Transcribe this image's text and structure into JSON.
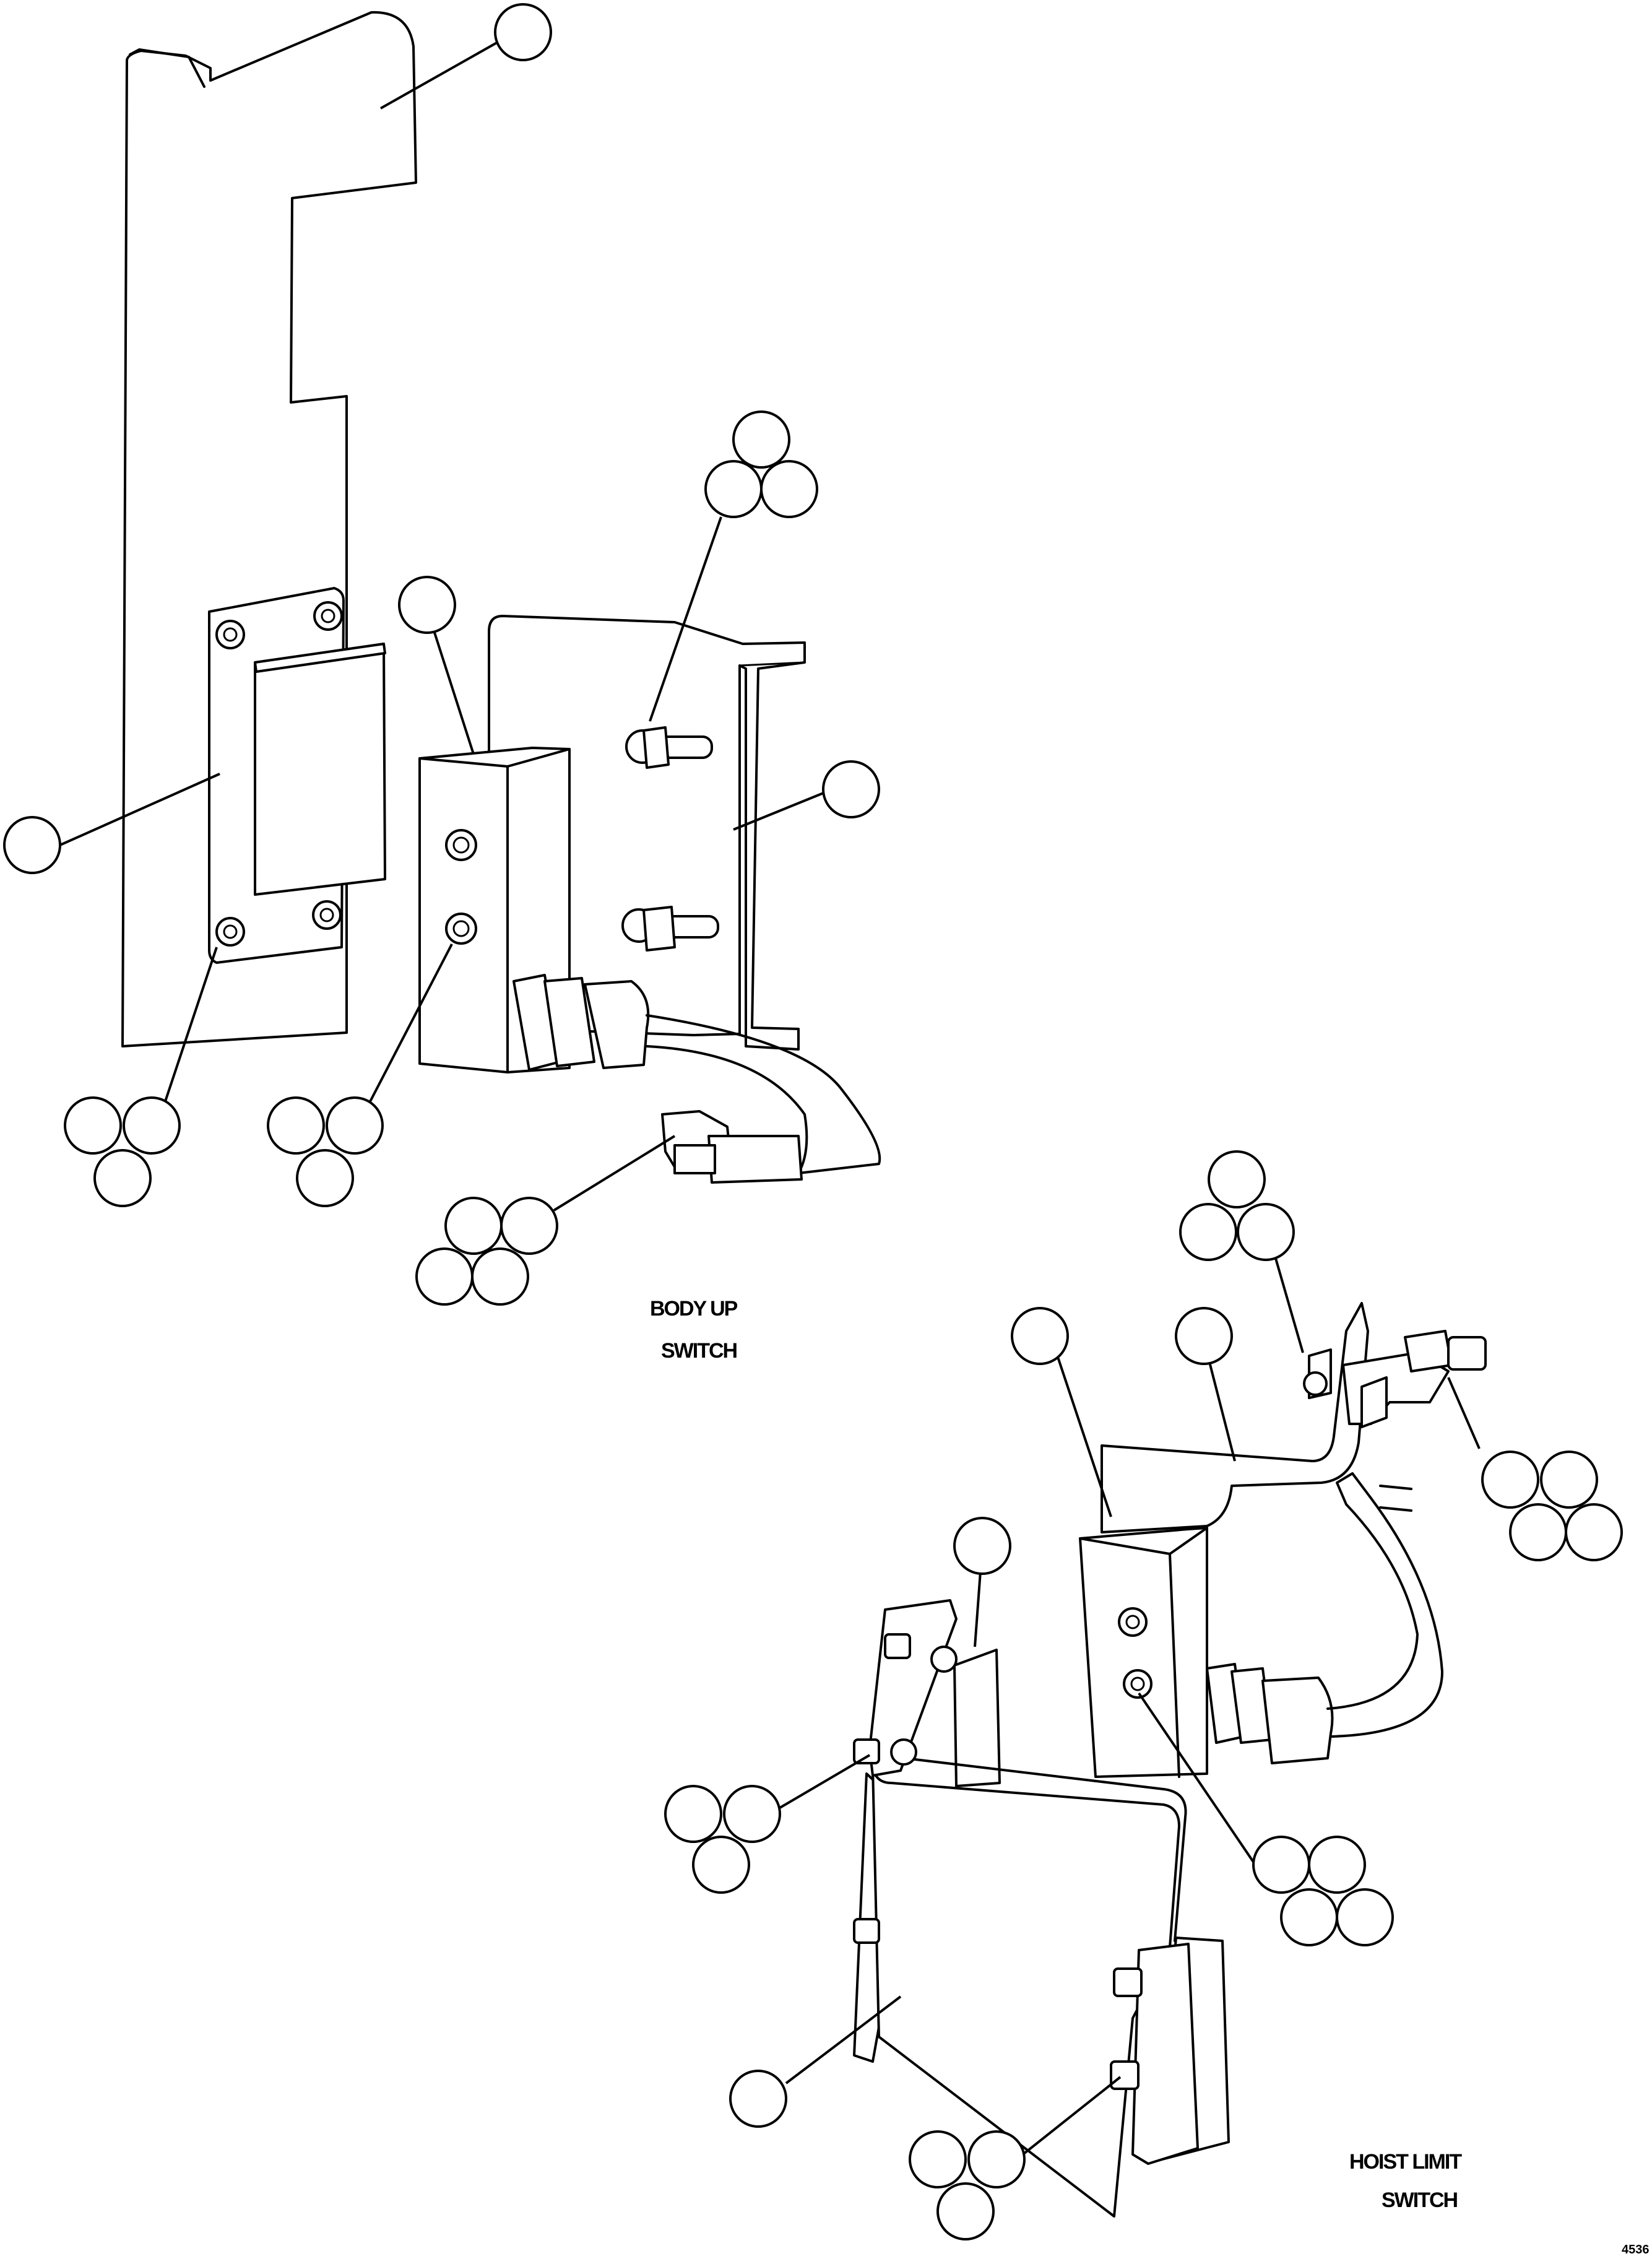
{
  "captions": {
    "body_up_line1": "BODY UP",
    "body_up_line2": "SWITCH",
    "hoist_limit_line1": "HOIST LIMIT",
    "hoist_limit_line2": "SWITCH"
  },
  "figure_number": "4536"
}
